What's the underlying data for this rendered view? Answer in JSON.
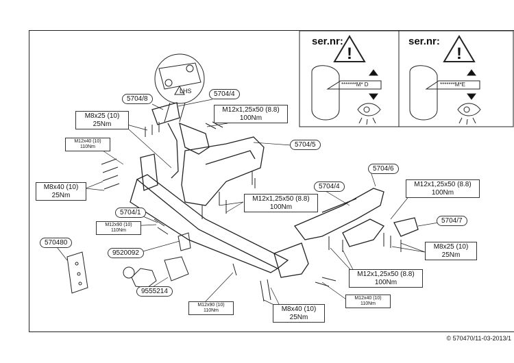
{
  "warning_panels": [
    {
      "title": "ser.nr:",
      "code": "*******M* D"
    },
    {
      "title": "ser.nr:",
      "code": "*******M*E"
    }
  ],
  "detail_callout": {
    "text": "LHS"
  },
  "part_numbers": {
    "p1": "5704/8",
    "p2": "5704/4",
    "p3": "5704/5",
    "p4": "5704/6",
    "p5": "5704/4",
    "p6": "5704/1",
    "p7": "5704/7",
    "p8": "570480",
    "p9": "9520092",
    "p10": "9555214"
  },
  "bolt_specs": {
    "b1": {
      "size": "M8x25 (10)",
      "torque": "25Nm"
    },
    "b2": {
      "size": "M12x1,25x50 (8.8)",
      "torque": "100Nm"
    },
    "b3": {
      "size": "M12x40 (10)",
      "torque": "110Nm"
    },
    "b4": {
      "size": "M8x40 (10)",
      "torque": "25Nm"
    },
    "b5": {
      "size": "M12x1,25x50 (8.8)",
      "torque": "100Nm"
    },
    "b6": {
      "size": "M12x1,25x50 (8.8)",
      "torque": "100Nm"
    },
    "b7": {
      "size": "M12x90 (10)",
      "torque": "110Nm"
    },
    "b8": {
      "size": "M8x25 (10)",
      "torque": "25Nm"
    },
    "b9": {
      "size": "M12x1,25x50 (8.8)",
      "torque": "100Nm"
    },
    "b10": {
      "size": "M12x40 (10)",
      "torque": "110Nm"
    },
    "b11": {
      "size": "M12x90 (10)",
      "torque": "110Nm"
    },
    "b12": {
      "size": "M8x40 (10)",
      "torque": "25Nm"
    }
  },
  "footer": {
    "copyright": "© 570470/11-03-2013/1"
  }
}
